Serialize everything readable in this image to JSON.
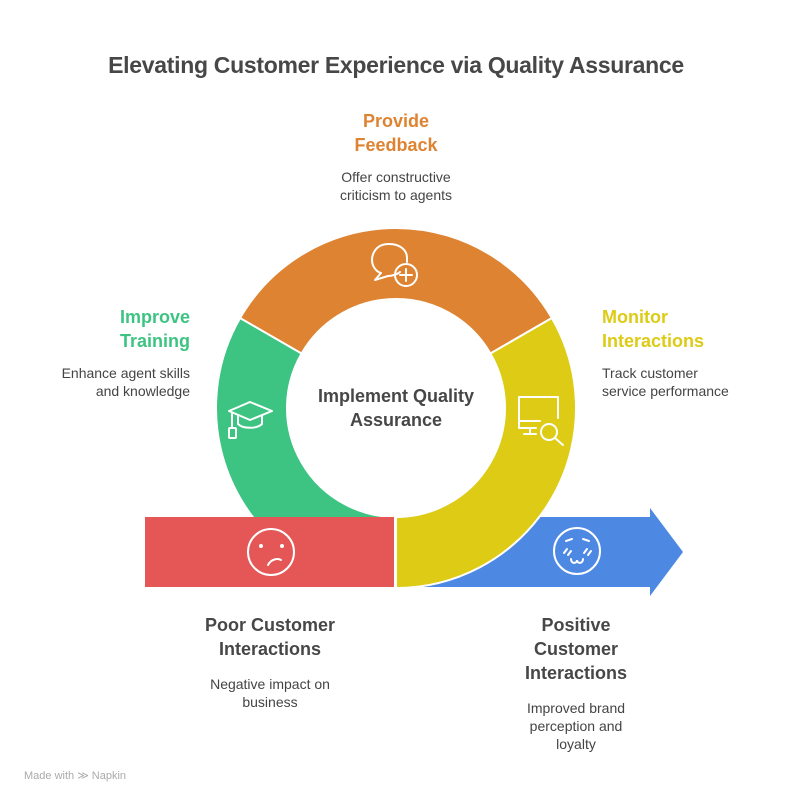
{
  "title": "Elevating Customer Experience via Quality Assurance",
  "center": {
    "label_line1": "Implement Quality",
    "label_line2": "Assurance"
  },
  "colors": {
    "feedback": "#DE8331",
    "training": "#3DC483",
    "monitor": "#DDCB16",
    "poor": "#E45756",
    "positive": "#4D89E3",
    "text_dark": "#474747"
  },
  "steps": {
    "feedback": {
      "title_line1": "Provide",
      "title_line2": "Feedback",
      "desc_line1": "Offer constructive",
      "desc_line2": "criticism to agents",
      "icon": "chat-plus-icon"
    },
    "training": {
      "title_line1": "Improve",
      "title_line2": "Training",
      "desc_line1": "Enhance agent skills",
      "desc_line2": "and knowledge",
      "icon": "graduation-cap-icon"
    },
    "monitor": {
      "title_line1": "Monitor",
      "title_line2": "Interactions",
      "desc_line1": "Track customer",
      "desc_line2": "service performance",
      "icon": "monitor-search-icon"
    },
    "poor": {
      "title_line1": "Poor Customer",
      "title_line2": "Interactions",
      "desc_line1": "Negative impact on",
      "desc_line2": "business",
      "icon": "sad-face-icon"
    },
    "positive": {
      "title_line1": "Positive",
      "title_line2": "Customer",
      "title_line3": "Interactions",
      "desc_line1": "Improved brand",
      "desc_line2": "perception and",
      "desc_line3": "loyalty",
      "icon": "blushing-face-icon"
    }
  },
  "footer": {
    "label": "Made with",
    "brand": "Napkin"
  }
}
